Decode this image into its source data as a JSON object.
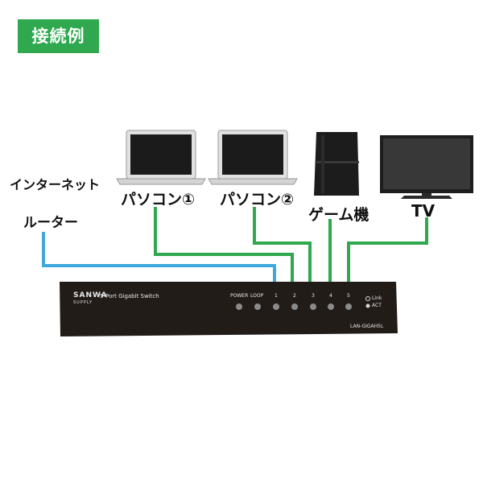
{
  "header": {
    "badge": "接続例"
  },
  "labels": {
    "internet": "インターネット",
    "router": "ルーター",
    "pc1": "パソコン①",
    "pc2": "パソコン②",
    "game": "ゲーム機",
    "tv": "TV"
  },
  "switch": {
    "brand": "SANWA",
    "brand_sub": "SUPPLY",
    "model_text": "5-Port Gigabit Switch",
    "led_labels": [
      "POWER",
      "LOOP",
      "1",
      "2",
      "3",
      "4",
      "5"
    ],
    "legend": [
      "Link",
      "ACT"
    ],
    "part_number": "LAN-GIGAH5L"
  },
  "colors": {
    "badge": "#2fa84f",
    "internet_line": "#3fa8dc",
    "device_line": "#2fa84f",
    "switch_body": "#221c19"
  }
}
